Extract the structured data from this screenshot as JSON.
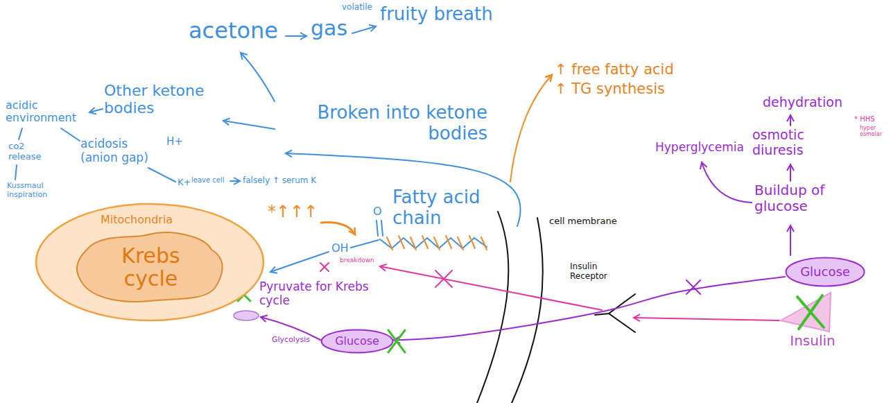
{
  "diagram": {
    "nodes": [
      {
        "text": [
          "Mitochondria"
        ]
      },
      {
        "text": [
          "Krebs cycle"
        ],
        "in": 0
      },
      {
        "text": [
          "Glucose"
        ]
      },
      {
        "text": [
          "Glucose"
        ]
      },
      {
        "text": [
          "Insulin"
        ]
      }
    ],
    "edges": [
      {
        "from": 3,
        "to": 2,
        "arrow": "to"
      }
    ],
    "labels": [
      "volatile",
      "acetone",
      "gas",
      "fruity breath",
      "Other ketone bodies",
      "Broken into ketone bodies",
      "acidic environment",
      "co2 release",
      "Kussmaul inspiration",
      "acidosis (anion gap)",
      "H+",
      "K+",
      "leave cell",
      "falsely ↑ serum K",
      "*↑↑↑",
      "O",
      "Fatty acid chain",
      "OH",
      "breakdown",
      "Pyruvate for Krebs cycle",
      "Glycolysis",
      "↑ free fatty acid",
      "↑ TG synthesis",
      "cell membrane",
      "Insulin Receptor",
      "dehydration",
      "osmotic diuresis",
      "Hyperglycemia",
      "Buildup of glucose",
      "* HHS",
      "hyper osmolar"
    ]
  }
}
